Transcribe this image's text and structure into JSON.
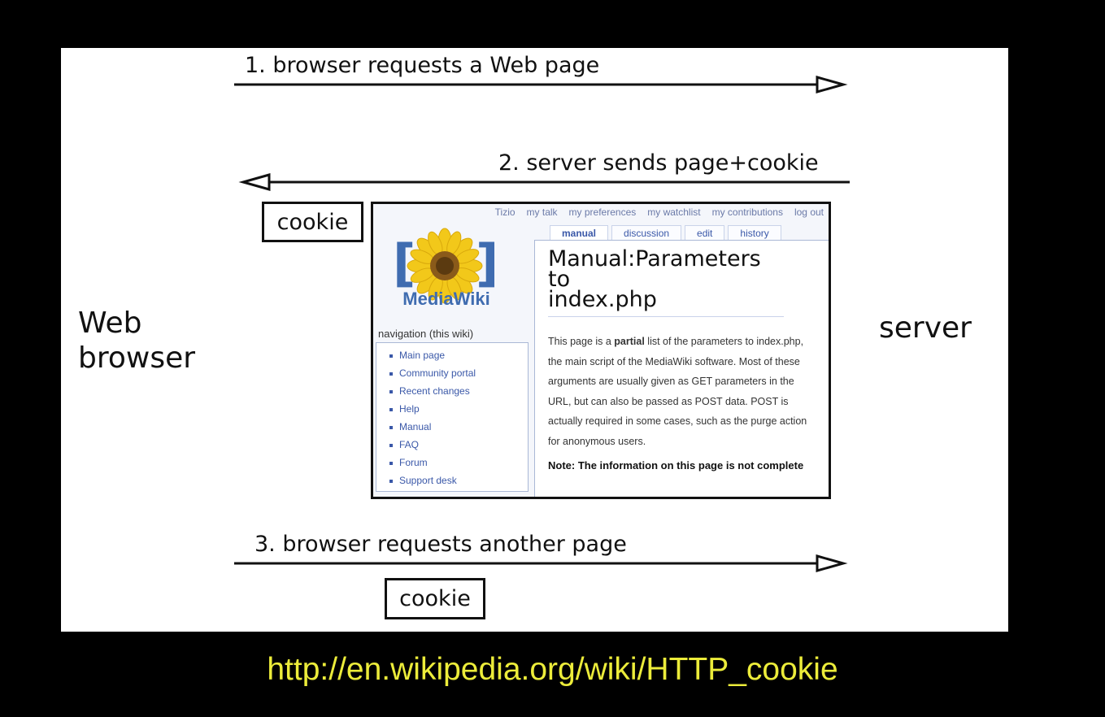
{
  "steps": {
    "step1": "1. browser requests a Web page",
    "step2": "2. server sends page+cookie",
    "step3": "3. browser requests another page"
  },
  "actors": {
    "browser_line1": "Web",
    "browser_line2": "browser",
    "server": "server"
  },
  "cookie_label": "cookie",
  "wiki": {
    "top_links": [
      "Tizio",
      "my talk",
      "my preferences",
      "my watchlist",
      "my contributions",
      "log out"
    ],
    "tabs": [
      "manual",
      "discussion",
      "edit",
      "history"
    ],
    "logo_text": "MediaWiki",
    "nav_title": "navigation (this wiki)",
    "nav_items": [
      "Main page",
      "Community portal",
      "Recent changes",
      "Help",
      "Manual",
      "FAQ",
      "Forum",
      "Support desk"
    ],
    "title_line1": "Manual:Parameters to",
    "title_line2": "index.php",
    "para_before": "This page is a ",
    "para_bold": "partial",
    "para_after": " list of the parameters to index.php, the main script of the MediaWiki software. Most of these arguments are usually given as GET parameters in the URL, but can also be passed as POST data. POST is actually required in some cases, such as the purge action for anonymous users.",
    "note": "Note: The information on this page is not complete"
  },
  "url": "http://en.wikipedia.org/wiki/HTTP_cookie",
  "colors": {
    "background": "#000000",
    "slide": "#ffffff",
    "url_text": "#ecec3a",
    "link": "#3a58a8"
  }
}
